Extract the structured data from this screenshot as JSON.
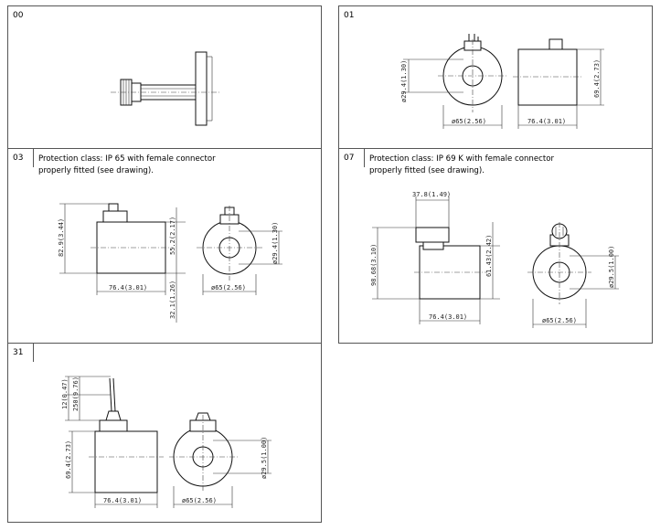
{
  "panels": {
    "p00": {
      "code": "00"
    },
    "p01": {
      "code": "01",
      "dims": {
        "dia_ring": "ø29.4(1.30)",
        "height": "69.4(2.73)",
        "width": "ø65(2.56)",
        "length": "76.4(3.01)"
      }
    },
    "p03": {
      "code": "03",
      "desc_line1": "Protection class: IP 65 with female connector",
      "desc_line2": "properly fitted (see drawing).",
      "dims": {
        "total_height": "82.9(3.44)",
        "body_height": "55.2(2.17)",
        "length": "76.4(3.01)",
        "below": "32.1(1.26)",
        "dia_ring": "ø29.4(1.30)",
        "width": "ø65(2.56)"
      }
    },
    "p07": {
      "code": "07",
      "desc_line1": "Protection class: IP 69 K with female connector",
      "desc_line2": "properly fitted (see drawing).",
      "dims": {
        "connector_width": "37.8(1.49)",
        "total_height": "98.68(3.10)",
        "body_height": "61.43(2.42)",
        "length": "76.4(3.01)",
        "dia_ring": "ø29.5(1.00)",
        "width": "ø65(2.56)"
      }
    },
    "p31": {
      "code": "31",
      "dims": {
        "lead_top": "12(0.47)",
        "lead": "250(9.76)",
        "height": "69.4(2.73)",
        "length": "76.4(3.01)",
        "dia_ring": "ø29.5(1.00)",
        "width": "ø65(2.56)"
      }
    }
  }
}
